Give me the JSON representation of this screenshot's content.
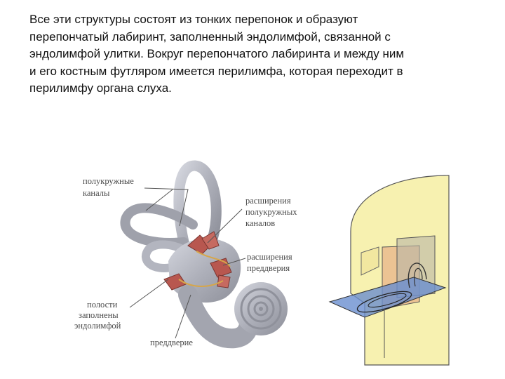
{
  "paragraph": {
    "lines": [
      "Все эти структуры состоят из тонких перепонок и образуют",
      "перепончатый лабиринт, заполненный эндолимфой, связанной с",
      "эндолимфой улитки. Вокруг перепончатого лабиринта и между ним",
      "и его костным футляром имеется перилимфа, которая переходит в",
      "перилимфу органа слуха."
    ]
  },
  "figure_labels": {
    "semicircular_canals": [
      "полукружные",
      "каналы"
    ],
    "canal_ampullae": [
      "расширения",
      "полукружных",
      "каналов"
    ],
    "vestibule_ampullae": [
      "расширения",
      "преддверия"
    ],
    "endolymph_cavities": [
      "полости",
      "заполнены",
      "эндолимфой"
    ],
    "vestibule": "преддверие"
  },
  "colors": {
    "bone": "#a9abb5",
    "membrane": "#b8574f",
    "head": "#f7f1b0",
    "plane_blue": "#6a8fd0",
    "plane_orange": "#e8b38a"
  }
}
